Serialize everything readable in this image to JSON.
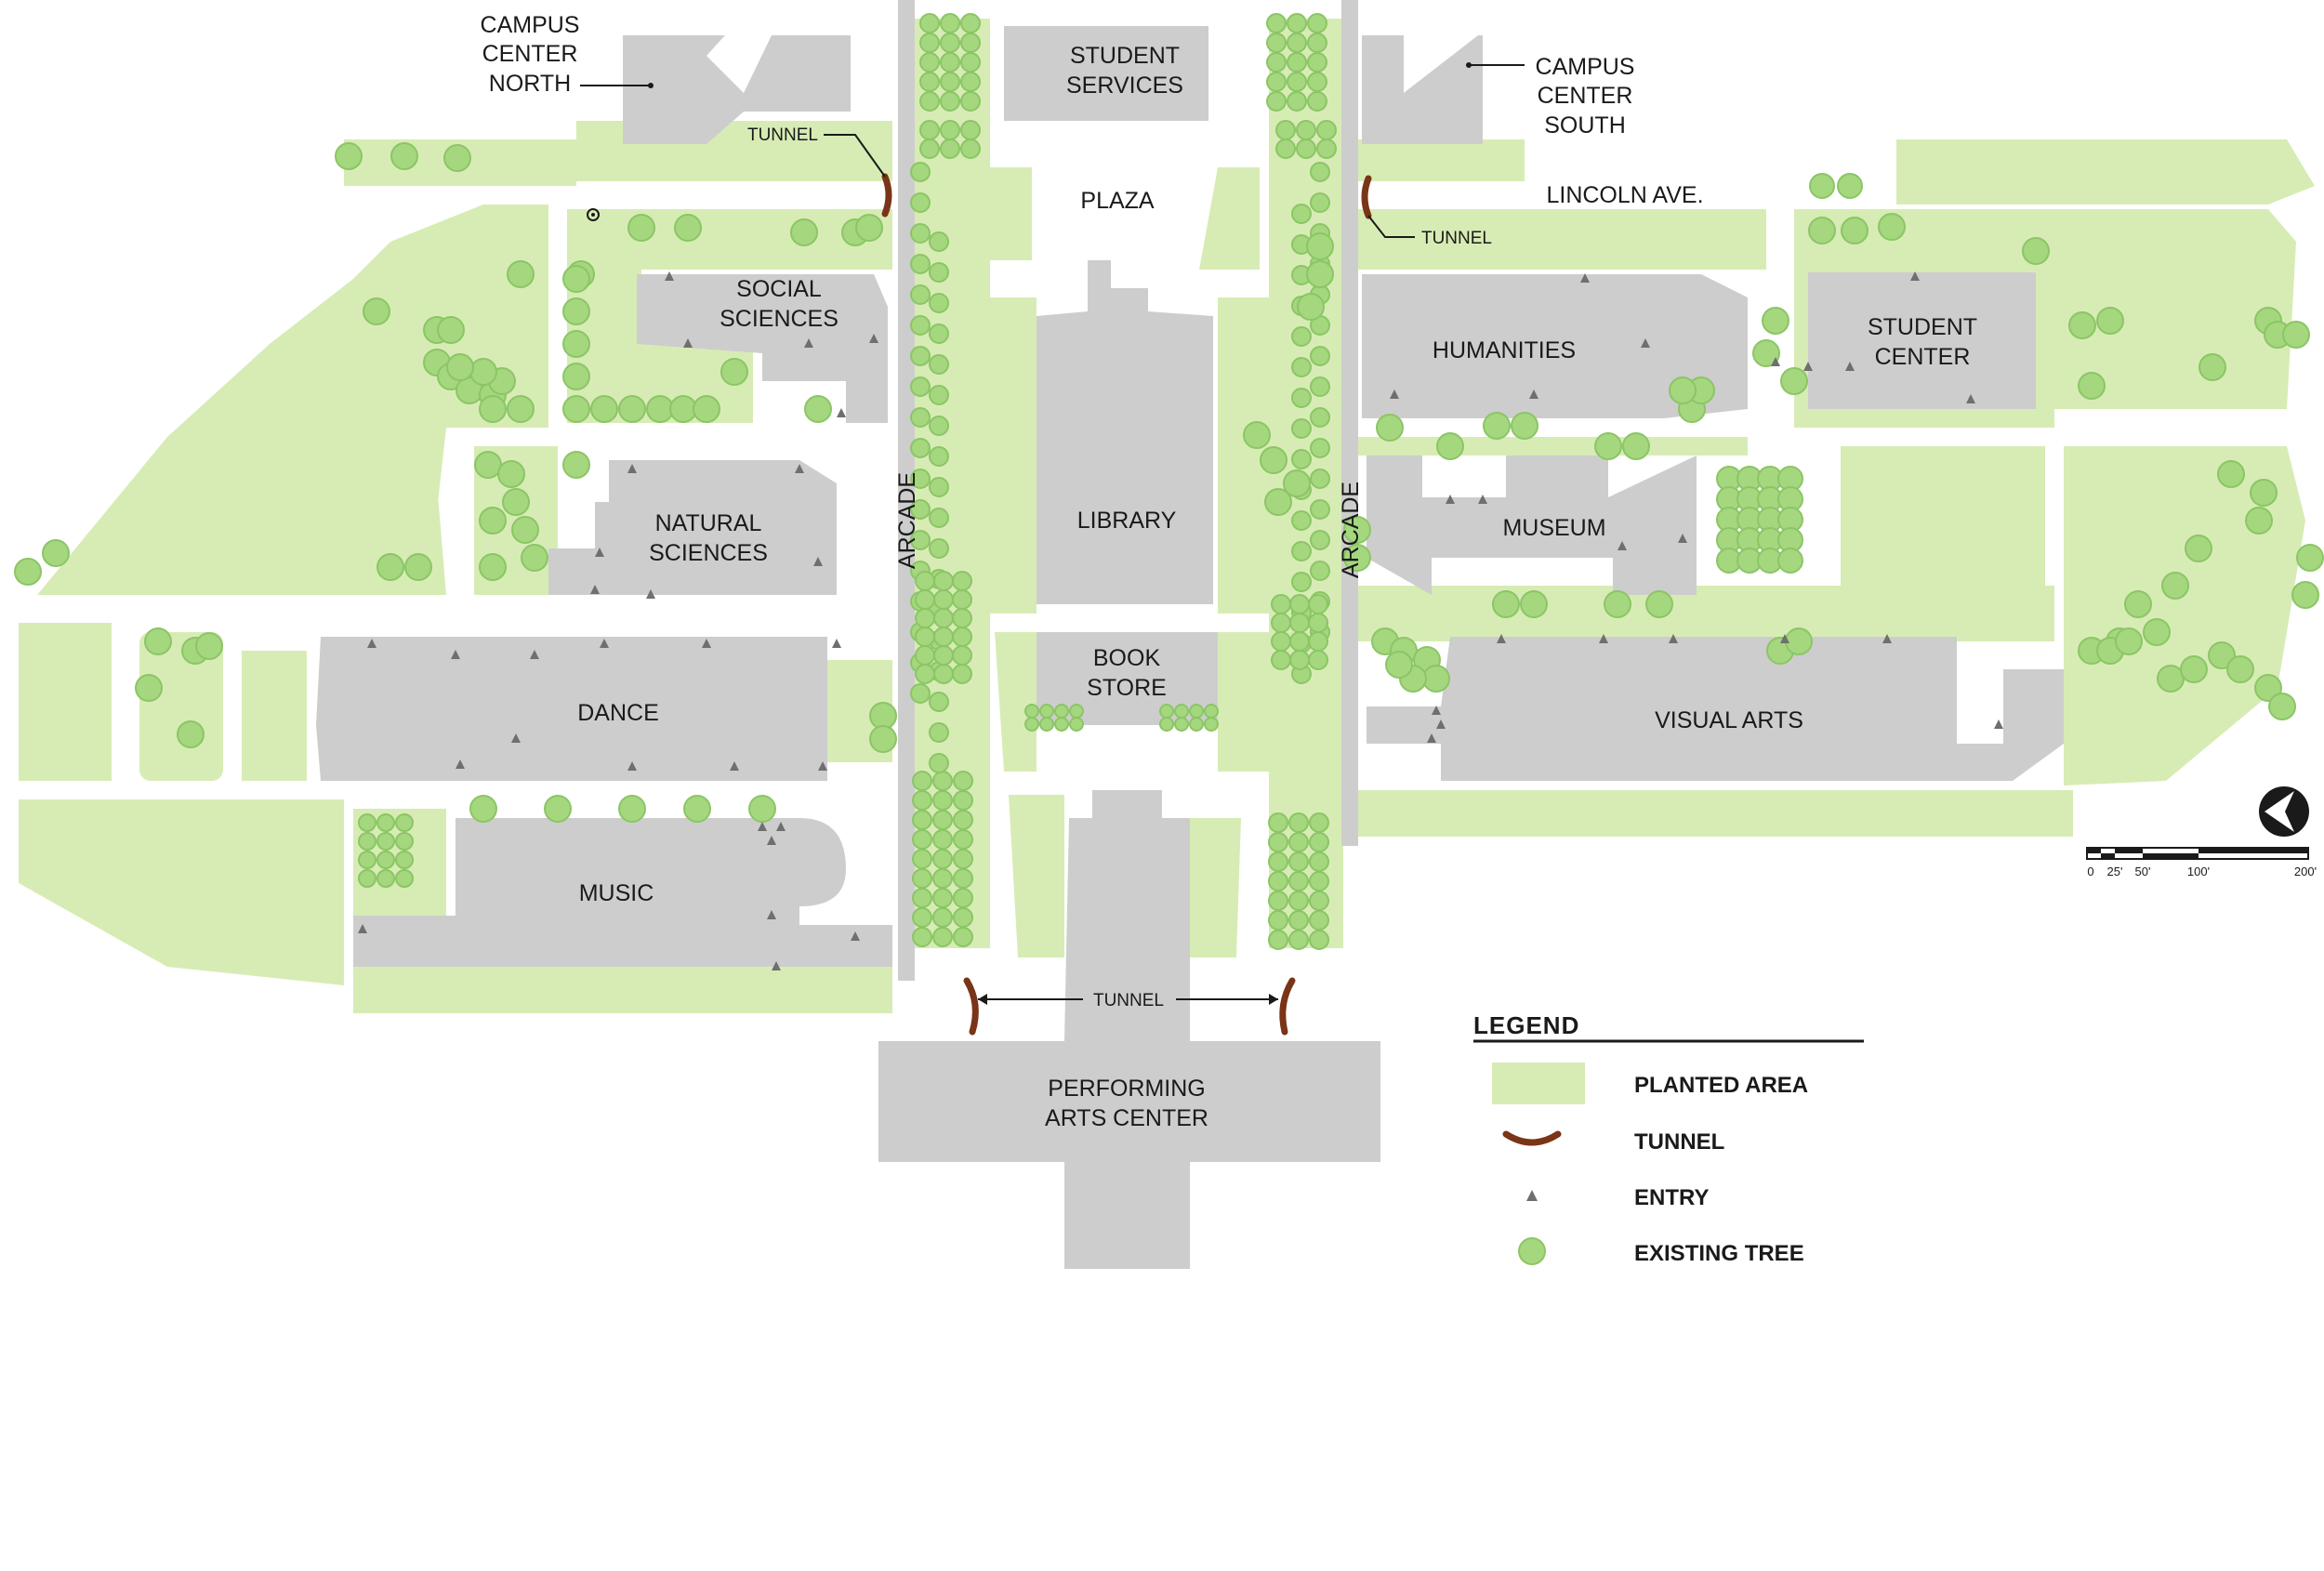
{
  "buildings": {
    "campus_center_north": [
      "CAMPUS",
      "CENTER",
      "NORTH"
    ],
    "campus_center_south": [
      "CAMPUS",
      "CENTER",
      "SOUTH"
    ],
    "student_services": [
      "STUDENT",
      "SERVICES"
    ],
    "plaza": "PLAZA",
    "lincoln_ave": "LINCOLN AVE.",
    "social_sciences": [
      "SOCIAL",
      "SCIENCES"
    ],
    "humanities": "HUMANITIES",
    "student_center": [
      "STUDENT",
      "CENTER"
    ],
    "library": "LIBRARY",
    "natural_sciences": [
      "NATURAL",
      "SCIENCES"
    ],
    "museum": "MUSEUM",
    "dance": "DANCE",
    "book_store": [
      "BOOK",
      "STORE"
    ],
    "visual_arts": "VISUAL ARTS",
    "music": "MUSIC",
    "performing_arts_center": [
      "PERFORMING",
      "ARTS CENTER"
    ]
  },
  "arcade_label": "ARCADE",
  "tunnel_label": "TUNNEL",
  "scale": {
    "ticks": [
      "0",
      "25'",
      "50'",
      "100'",
      "200'"
    ]
  },
  "legend": {
    "title": "LEGEND",
    "items": [
      {
        "key": "planted",
        "label": "PLANTED AREA"
      },
      {
        "key": "tunnel",
        "label": "TUNNEL"
      },
      {
        "key": "entry",
        "label": "ENTRY"
      },
      {
        "key": "tree",
        "label": "EXISTING TREE"
      }
    ]
  },
  "colors": {
    "planted": "#d7ecb4",
    "building": "#cdcdcd",
    "tree": "#a4d77e",
    "tunnel": "#7a3417",
    "entry": "#6f6f6f"
  }
}
